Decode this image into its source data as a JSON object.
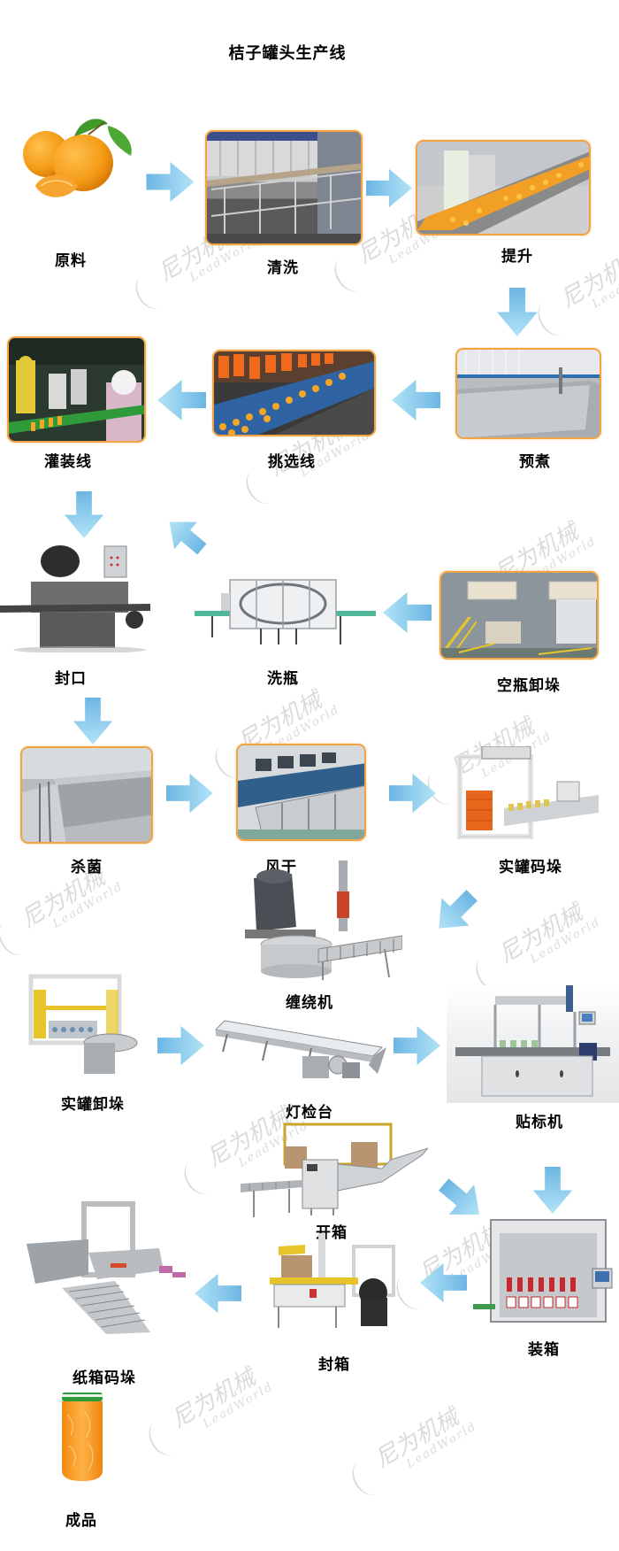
{
  "title": "桔子罐头生产线",
  "watermark": {
    "cn": "尼为机械",
    "en": "LeadWorld"
  },
  "colors": {
    "arrow_dark": "#6cb6e3",
    "arrow_light": "#b3e3f7",
    "frame_border": "#f2a444",
    "text": "#000000",
    "background": "#ffffff"
  },
  "steps": [
    {
      "id": 1,
      "label": "原料",
      "icon": "mandarin-orange-photo"
    },
    {
      "id": 2,
      "label": "清洗",
      "icon": "washing-machine-photo"
    },
    {
      "id": 3,
      "label": "提升",
      "icon": "elevator-conveyor-photo"
    },
    {
      "id": 4,
      "label": "预煮",
      "icon": "pre-cooking-tank-photo"
    },
    {
      "id": 5,
      "label": "挑选线",
      "icon": "sorting-line-photo"
    },
    {
      "id": 6,
      "label": "灌装线",
      "icon": "filling-line-photo"
    },
    {
      "id": 7,
      "label": "空瓶卸垛",
      "icon": "empty-bottle-depalletizer-photo"
    },
    {
      "id": 8,
      "label": "洗瓶",
      "icon": "bottle-washer-machine"
    },
    {
      "id": 9,
      "label": "封口",
      "icon": "capping-machine"
    },
    {
      "id": 10,
      "label": "杀菌",
      "icon": "sterilization-tunnel-photo"
    },
    {
      "id": 11,
      "label": "风干",
      "icon": "air-dryer-photo"
    },
    {
      "id": 12,
      "label": "实罐码垛",
      "icon": "full-can-palletizer"
    },
    {
      "id": 13,
      "label": "缠绕机",
      "icon": "stretch-wrapping-machine"
    },
    {
      "id": 14,
      "label": "实罐卸垛",
      "icon": "full-can-depalletizer"
    },
    {
      "id": 15,
      "label": "灯检台",
      "icon": "light-inspection-conveyor"
    },
    {
      "id": 16,
      "label": "贴标机",
      "icon": "labeling-machine"
    },
    {
      "id": 17,
      "label": "开箱",
      "icon": "carton-erector"
    },
    {
      "id": 18,
      "label": "装箱",
      "icon": "case-packer"
    },
    {
      "id": 19,
      "label": "封箱",
      "icon": "carton-sealer"
    },
    {
      "id": 20,
      "label": "纸箱码垛",
      "icon": "carton-palletizer"
    },
    {
      "id": 21,
      "label": "成品",
      "icon": "canned-mandarin-jar"
    }
  ],
  "flow": [
    "原料 → 清洗 → 提升 → 预煮 → 挑选线 → 灌装线",
    "空瓶卸垛 → 洗瓶 → 灌装线",
    "灌装线 → 封口 → 杀菌 → 风干 → 实罐码垛 → 缠绕机",
    "实罐卸垛 → 灯检台 → 贴标机 → 装箱",
    "开箱 → 装箱 → 封箱 → 纸箱码垛 → 成品"
  ]
}
